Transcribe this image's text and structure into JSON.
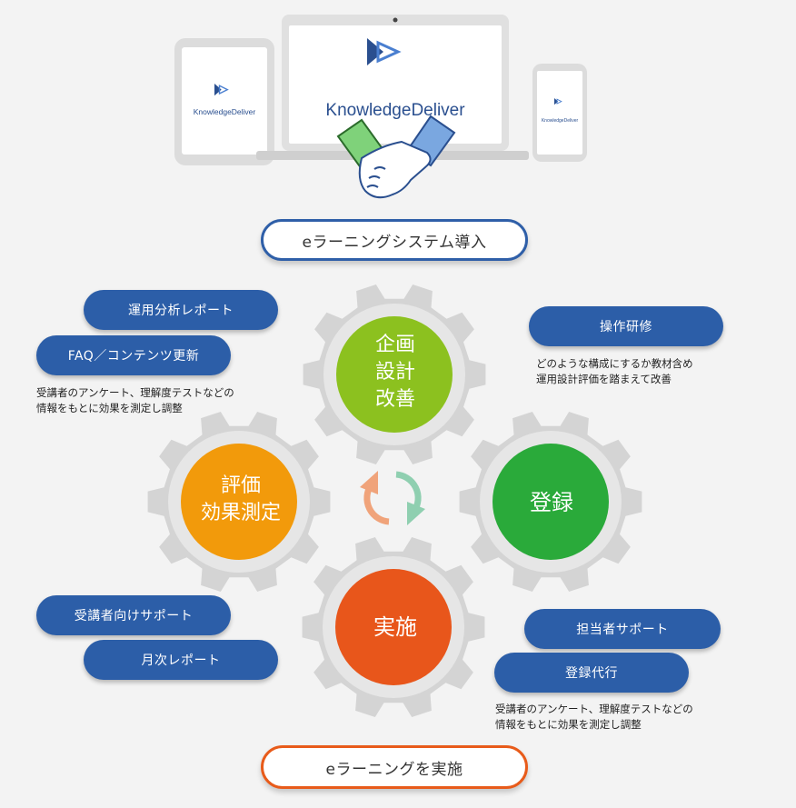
{
  "devices": {
    "brand": "KnowledgeDeliver",
    "brand_colors": {
      "dark": "#2a4f8f",
      "light": "#4a7fd0"
    }
  },
  "top_label": "eラーニングシステム導入",
  "bottom_label": "eラーニングを実施",
  "gears": {
    "plan": {
      "lines": [
        "企画",
        "設計",
        "改善"
      ],
      "color": "#8cc11f"
    },
    "register": {
      "lines": [
        "登録"
      ],
      "color": "#2aaa3a"
    },
    "run": {
      "lines": [
        "実施"
      ],
      "color": "#e8561b"
    },
    "evaluate": {
      "lines": [
        "評価",
        "効果測定"
      ],
      "color": "#f29a0b"
    }
  },
  "left_top": {
    "pills": [
      "運用分析レポート",
      "FAQ／コンテンツ更新"
    ],
    "note": [
      "受講者のアンケート、理解度テストなどの",
      "情報をもとに効果を測定し調整"
    ]
  },
  "right_top": {
    "pills": [
      "操作研修"
    ],
    "note": [
      "どのような構成にするか教材含め",
      "運用設計評価を踏まえて改善"
    ]
  },
  "left_bottom": {
    "pills": [
      "受講者向けサポート",
      "月次レポート"
    ]
  },
  "right_bottom": {
    "pills": [
      "担当者サポート",
      "登録代行"
    ],
    "note": [
      "受講者のアンケート、理解度テストなどの",
      "情報をもとに効果を測定し調整"
    ]
  },
  "colors": {
    "pill_blue": "#2c5ea8",
    "gear_gray": "#d4d4d4"
  }
}
